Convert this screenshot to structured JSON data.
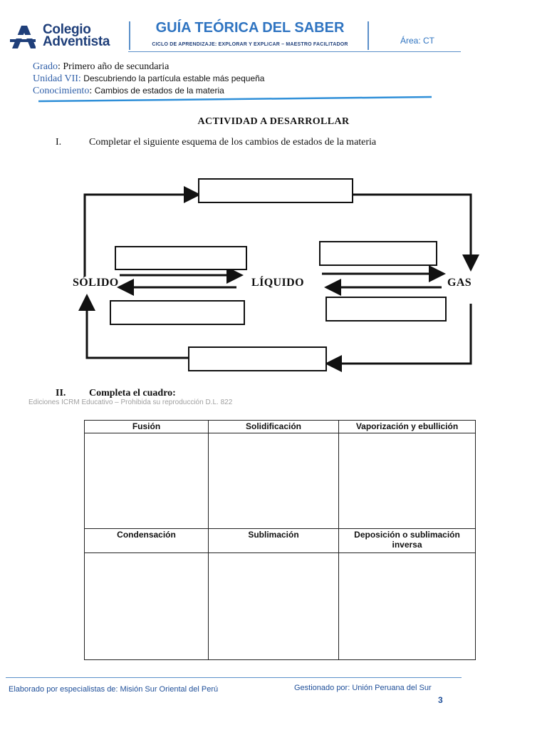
{
  "header": {
    "logo_line1": "Colegio",
    "logo_line2": "Adventista",
    "title": "GUÍA TEÓRICA DEL SABER",
    "subtitle": "CICLO DE APRENDIZAJE: EXPLORAR Y EXPLICAR – MAESTRO FACILITADOR",
    "area": "Área: CT"
  },
  "info": {
    "grado_label": "Grado",
    "grado_value": "Primero año de secundaria",
    "unidad_label": "Unidad VII:",
    "unidad_value": "Descubriendo la partícula estable más pequeña",
    "conocimiento_label": "Conocimiento",
    "conocimiento_value": "Cambios de estados de la materia"
  },
  "activity_title": "ACTIVIDAD A DESARROLLAR",
  "section1": {
    "number": "I.",
    "text": "Completar el siguiente esquema de los cambios de estados de la materia"
  },
  "diagram": {
    "solid": "SÓLIDO",
    "liquid": "LÍQUIDO",
    "gas": "GAS"
  },
  "section2": {
    "number": "II.",
    "text": "Completa el cuadro:"
  },
  "watermark": "Ediciones ICRM Educativo – Prohibida su reproducción D.L. 822",
  "table": {
    "row1": [
      "Fusión",
      "Solidificación",
      "Vaporización y ebullición"
    ],
    "row2": [
      "Condensación",
      "Sublimación",
      "Deposición o sublimación inversa"
    ]
  },
  "footer": {
    "left": "Elaborado por especialistas de: Misión Sur Oriental del Perú",
    "right": "Gestionado por: Unión Peruana del Sur",
    "page": "3"
  }
}
